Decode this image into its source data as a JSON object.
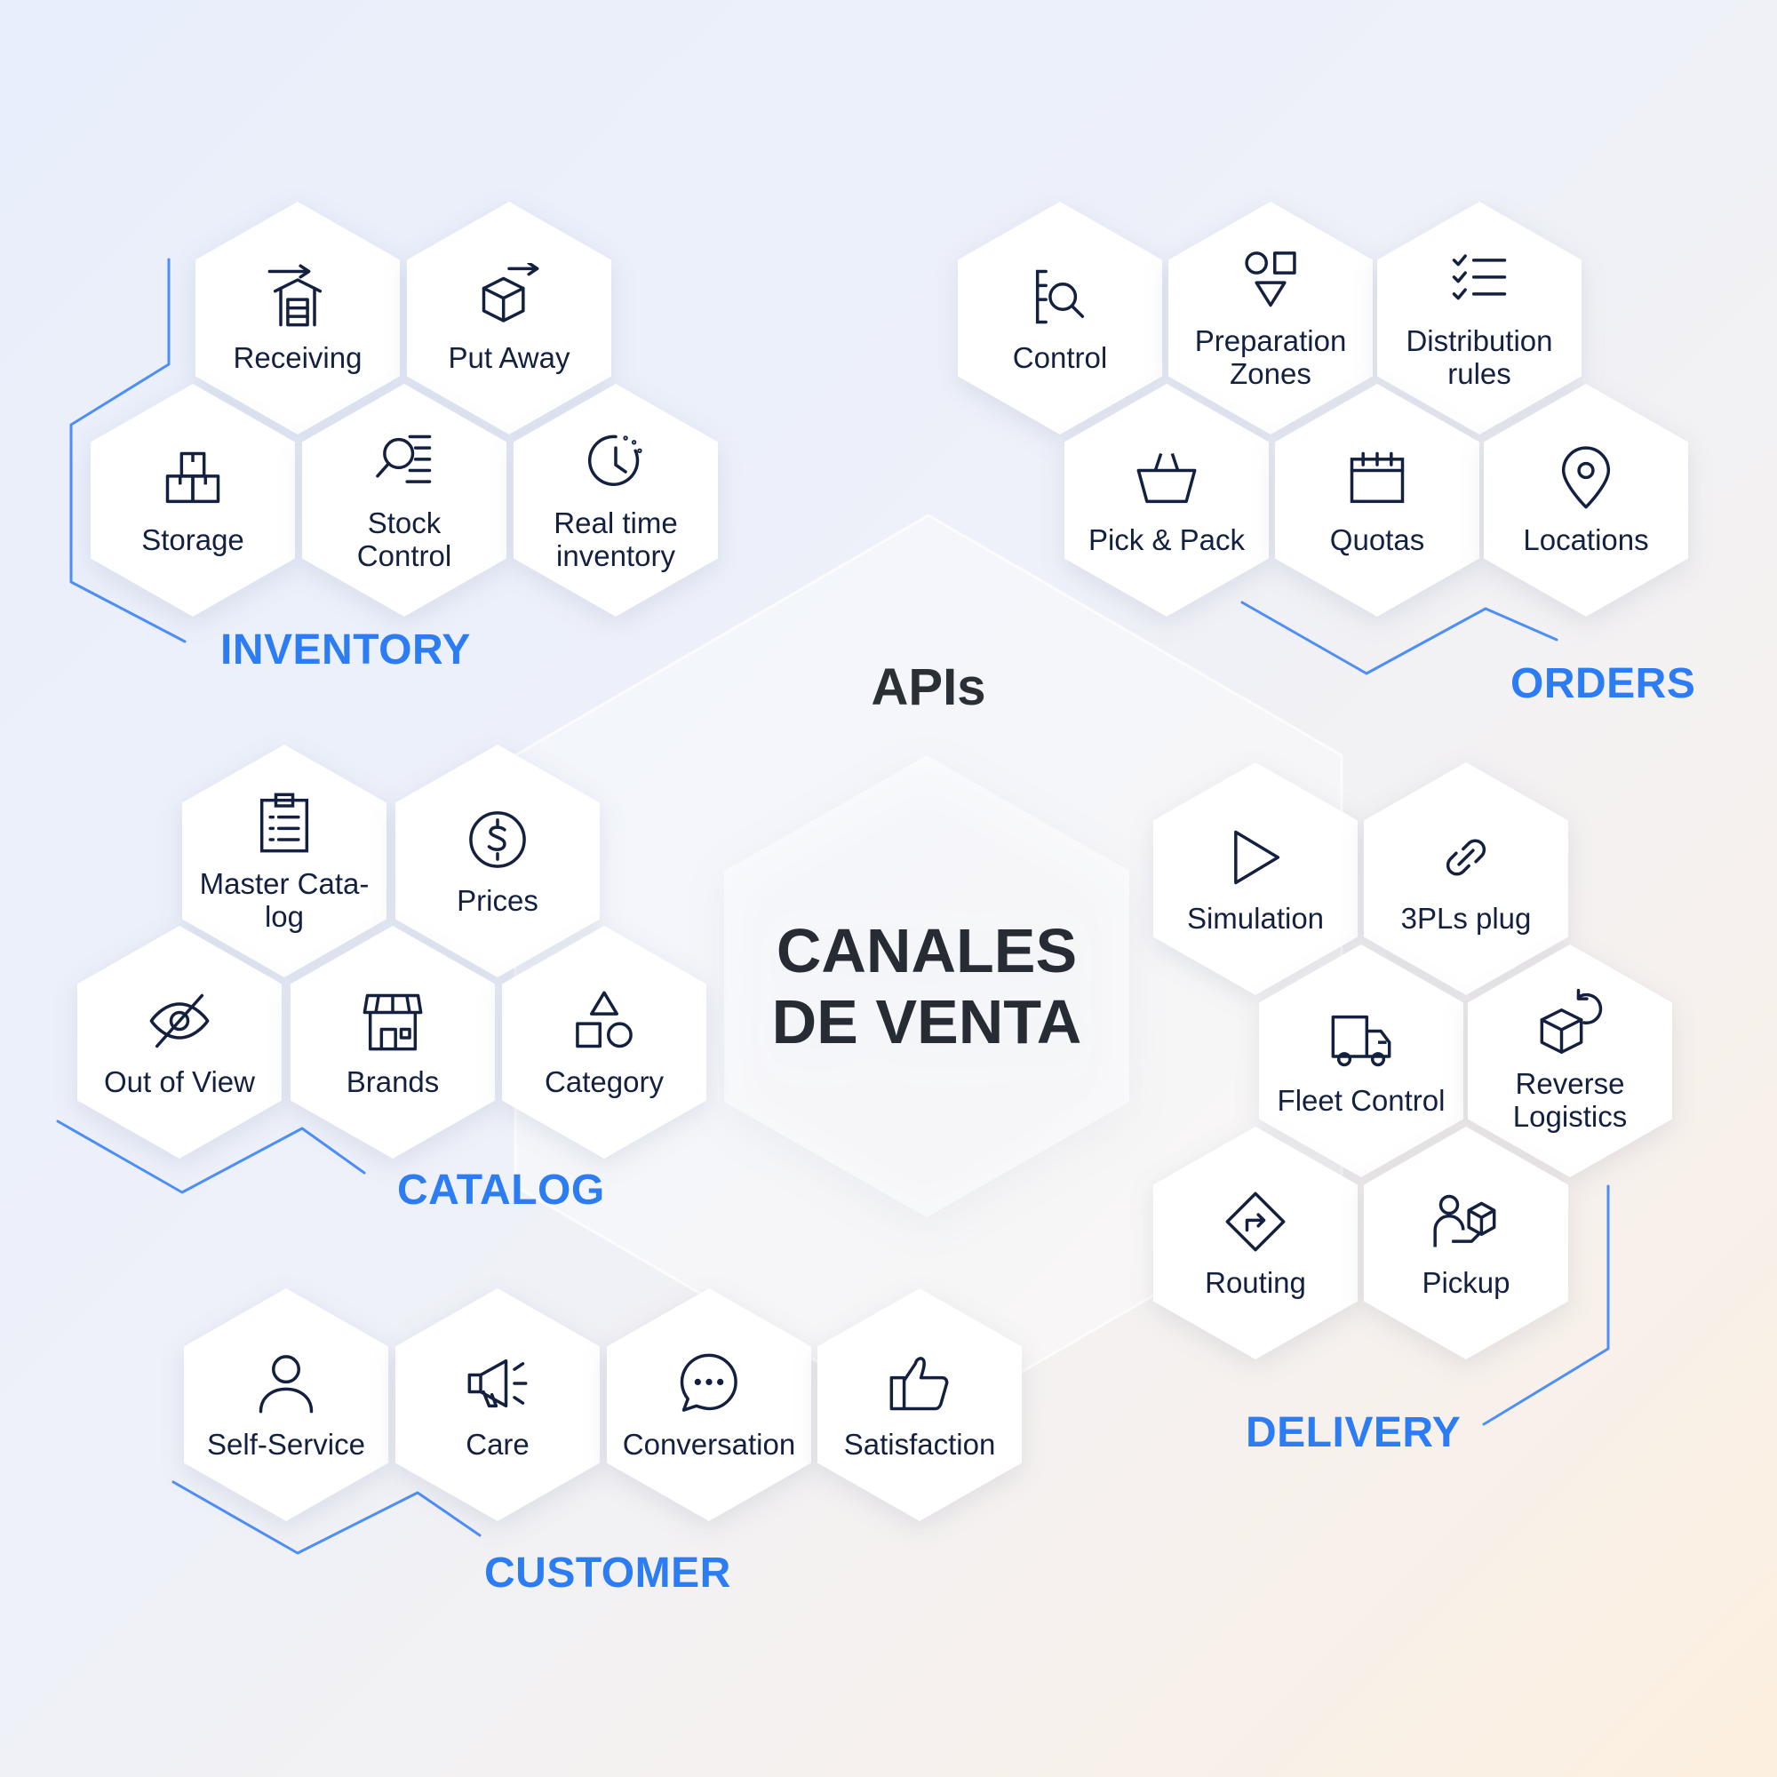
{
  "hub": {
    "apis": "APIs",
    "center_line1": "CANALES",
    "center_line2": "DE VENTA"
  },
  "colors": {
    "accent": "#2c7cf4",
    "icon_stroke": "#14203f",
    "text": "#14203f",
    "line": "#4e8ef7"
  },
  "groups": {
    "inventory": {
      "title": "INVENTORY",
      "items": [
        {
          "label": "Receiving",
          "icon": "warehouse-arrow-icon"
        },
        {
          "label": "Put Away",
          "icon": "box-arrow-icon"
        },
        {
          "label": "Storage",
          "icon": "stacked-boxes-icon"
        },
        {
          "label": "Stock\nControl",
          "icon": "magnifier-list-icon"
        },
        {
          "label": "Real time\ninventory",
          "icon": "clock-icon"
        }
      ]
    },
    "orders": {
      "title": "ORDERS",
      "items": [
        {
          "label": "Control",
          "icon": "document-search-icon"
        },
        {
          "label": "Preparation\nZones",
          "icon": "shapes-icon"
        },
        {
          "label": "Distribution\nrules",
          "icon": "checklist-icon"
        },
        {
          "label": "Pick & Pack",
          "icon": "basket-icon"
        },
        {
          "label": "Quotas",
          "icon": "calendar-icon"
        },
        {
          "label": "Locations",
          "icon": "location-pin-icon"
        }
      ]
    },
    "catalog": {
      "title": "CATALOG",
      "items": [
        {
          "label": "Master Cata-\nlog",
          "icon": "clipboard-list-icon"
        },
        {
          "label": "Prices",
          "icon": "dollar-coin-icon"
        },
        {
          "label": "Out of View",
          "icon": "eye-slash-icon"
        },
        {
          "label": "Brands",
          "icon": "storefront-icon"
        },
        {
          "label": "Category",
          "icon": "category-shapes-icon"
        }
      ]
    },
    "delivery": {
      "title": "DELIVERY",
      "items": [
        {
          "label": "Simulation",
          "icon": "play-icon"
        },
        {
          "label": "3PLs plug",
          "icon": "link-icon"
        },
        {
          "label": "Fleet Control",
          "icon": "truck-icon"
        },
        {
          "label": "Reverse\nLogistics",
          "icon": "box-return-icon"
        },
        {
          "label": "Routing",
          "icon": "route-sign-icon"
        },
        {
          "label": "Pickup",
          "icon": "person-box-icon"
        }
      ]
    },
    "customer": {
      "title": "CUSTOMER",
      "items": [
        {
          "label": "Self-Service",
          "icon": "user-icon"
        },
        {
          "label": "Care",
          "icon": "megaphone-icon"
        },
        {
          "label": "Conversation",
          "icon": "chat-bubble-icon"
        },
        {
          "label": "Satisfaction",
          "icon": "thumbs-up-icon"
        }
      ]
    }
  }
}
